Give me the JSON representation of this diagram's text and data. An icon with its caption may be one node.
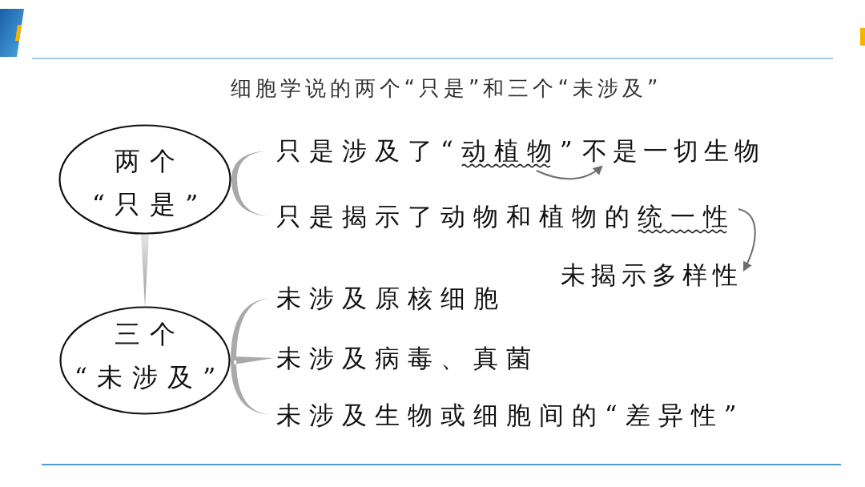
{
  "diagram": {
    "title": "细胞学说的两个“只是”和三个“未涉及”",
    "nodes": [
      {
        "text": [
          "两个“只是”"
        ]
      },
      {
        "text": [
          "只是涉及了“动植物”"
        ]
      },
      {
        "text": [
          "不是一切生物"
        ]
      },
      {
        "text": [
          "只是揭示了动物和植物的统一性"
        ]
      },
      {
        "text": [
          "未揭示多样性"
        ]
      },
      {
        "text": [
          "三个“未涉及”"
        ]
      },
      {
        "text": [
          "未涉及原核细胞"
        ]
      },
      {
        "text": [
          "未涉及病毒、真菌"
        ]
      },
      {
        "text": [
          "未涉及生物或细胞间的“差异性”"
        ]
      }
    ],
    "edges": [
      {
        "from": 0,
        "to": 1,
        "arrow": "none"
      },
      {
        "from": 0,
        "to": 3,
        "arrow": "none"
      },
      {
        "from": 0,
        "to": 5,
        "arrow": "none"
      },
      {
        "from": 5,
        "to": 6,
        "arrow": "none"
      },
      {
        "from": 5,
        "to": 7,
        "arrow": "none"
      },
      {
        "from": 5,
        "to": 8,
        "arrow": "none"
      },
      {
        "from": 1,
        "to": 2,
        "arrow": "to",
        "color": "#6e6e6e"
      },
      {
        "from": 3,
        "to": 4,
        "arrow": "to",
        "color": "#6e6e6e"
      }
    ]
  }
}
